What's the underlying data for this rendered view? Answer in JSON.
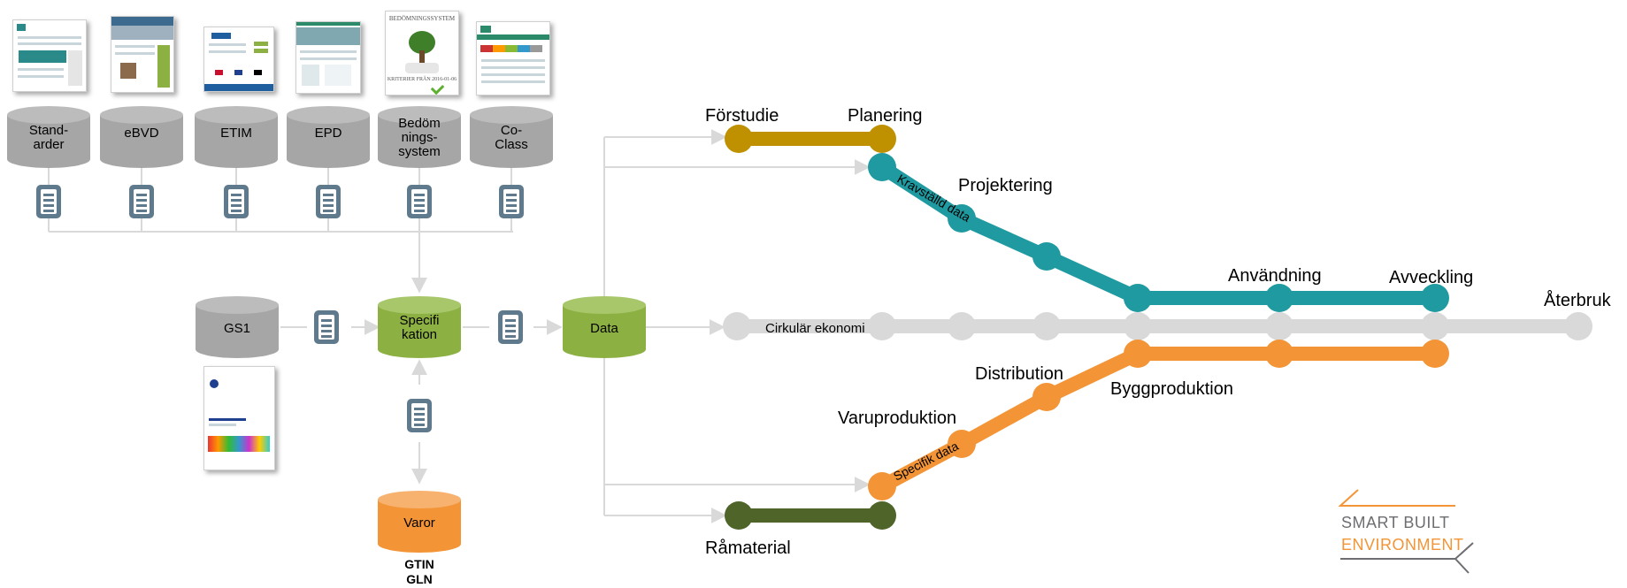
{
  "sources": [
    "Stand-\narder",
    "eBVD",
    "ETIM",
    "EPD",
    "Bedöm\nnings-\nsystem",
    "Co-\nClass"
  ],
  "thumb_titles": {
    "bedomning": "BEDÖMNINGSSYSTEM",
    "bedomning_footer": "KRITERIER FRÅN 2016-01-06"
  },
  "gs1": "GS1",
  "specifikation": "Specifi\nkation",
  "data": "Data",
  "varor": "Varor",
  "identifiers": [
    "GTIN",
    "GLN"
  ],
  "lines": {
    "forstudie": "Förstudie",
    "planering": "Planering",
    "projektering": "Projektering",
    "kravstalld_data": "Kravställd data",
    "anvandning": "Användning",
    "avveckling": "Avveckling",
    "aterbruk": "Återbruk",
    "cirkular_ekonomi": "Cirkulär ekonomi",
    "distribution": "Distribution",
    "varuproduktion": "Varuproduktion",
    "byggproduktion": "Byggproduktion",
    "specifik_data": "Specifik data",
    "ramaterial": "Råmaterial"
  },
  "logo": {
    "line1": "SMART BUILT",
    "line2": "ENVIRONMENT"
  },
  "colors": {
    "gray_db": "#a6a6a6",
    "green_db": "#8db043",
    "orange_db": "#f39436",
    "doc_icon": "#5f7a8c",
    "connector": "#d9d9d9",
    "yellow_line": "#bf9000",
    "teal_line": "#1f9aa0",
    "orange_line": "#f39436",
    "dark_green_line": "#4e6428",
    "gray_line": "#d9d9d9",
    "logo_gray": "#6d6e71",
    "logo_orange": "#f39436"
  }
}
